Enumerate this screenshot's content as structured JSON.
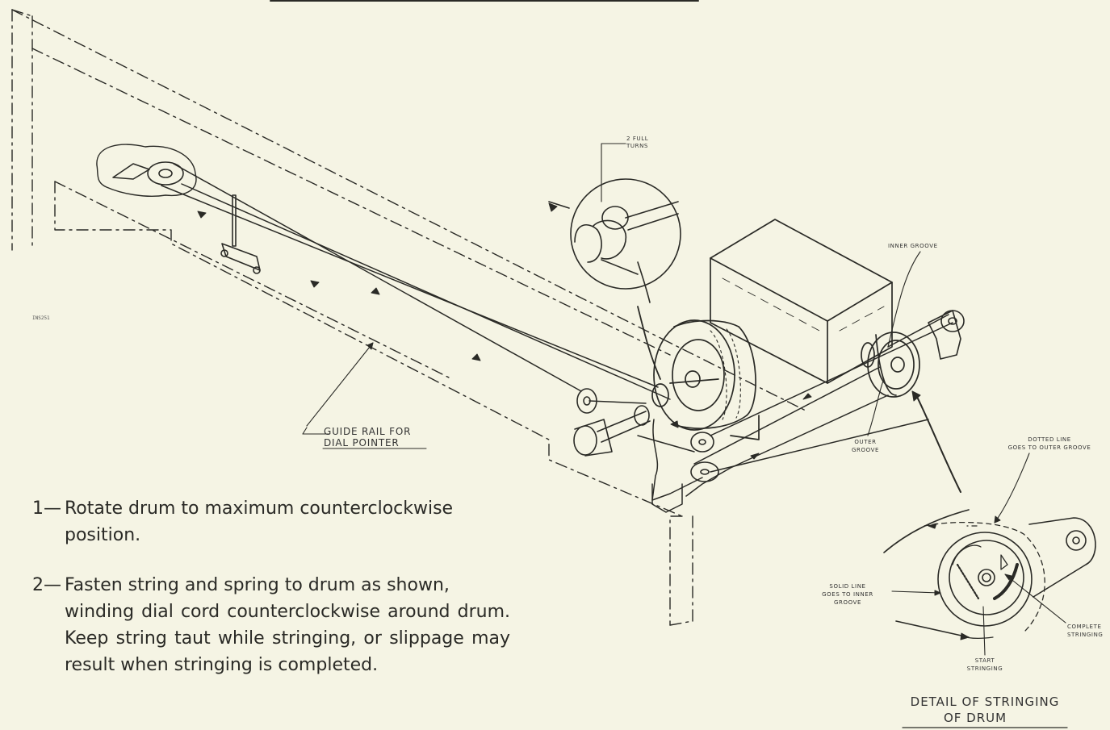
{
  "labels": {
    "full_turns": [
      "2 FULL",
      "TURNS"
    ],
    "inner_groove": "INNER GROOVE",
    "outer_groove": [
      "OUTER",
      "GROOVE"
    ],
    "guide_rail": [
      "GUIDE RAIL FOR",
      "DIAL POINTER"
    ],
    "dotted_line": [
      "DOTTED LINE",
      "GOES TO OUTER GROOVE"
    ],
    "solid_line": [
      "SOLID LINE",
      "GOES TO INNER",
      "GROOVE"
    ],
    "complete_stringing": [
      "COMPLETE",
      "STRINGING"
    ],
    "start_stringing": [
      "START",
      "STRINGING"
    ],
    "detail_title": [
      "DETAIL OF STRINGING",
      "OF DRUM"
    ],
    "figure_code": "INS251"
  },
  "steps": [
    {
      "num": "1—",
      "line1": "Rotate drum to maximum counterclockwise",
      "rest": "position."
    },
    {
      "num": "2—",
      "line1": "Fasten string and spring to drum as shown,",
      "rest": "winding dial cord counterclockwise around drum. Keep string taut while stringing, or slippage may result when stringing is completed."
    }
  ],
  "colors": {
    "paper": "#f5f4e4",
    "ink": "#2a2a26"
  }
}
